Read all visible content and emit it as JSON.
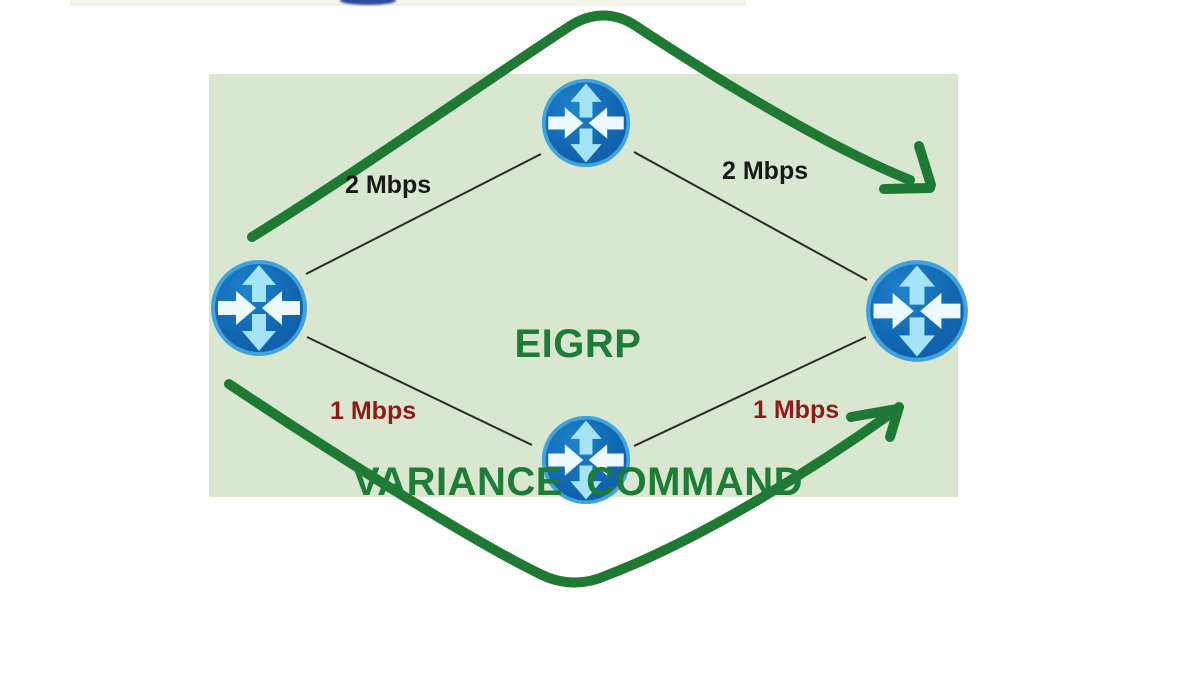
{
  "diagram": {
    "title_line1": "EIGRP",
    "title_line2": "VARIANCE  COMMAND",
    "title_color": "#1e7b38",
    "panel_color": "#d9e7d1",
    "flow_arrow_color": "#1e7a33",
    "link_line_color": "#2b2b2b",
    "background_color": "#ffffff"
  },
  "top_strip": {
    "bar_color": "#f2f3e6",
    "logo_color": "#2a4d9b"
  },
  "routers": [
    {
      "id": "left",
      "icon": "router-icon"
    },
    {
      "id": "top",
      "icon": "router-icon"
    },
    {
      "id": "bottom",
      "icon": "router-icon"
    },
    {
      "id": "right",
      "icon": "router-icon"
    }
  ],
  "router_colors": {
    "body": "#1267b1",
    "body_light": "#1e83cc",
    "ring": "#3fa3dd",
    "vertical_arrows": "#a5e3f6",
    "horizontal_arrows": "#ecfafe"
  },
  "link_labels": {
    "top_left": {
      "text": "2 Mbps",
      "color": "#191919"
    },
    "top_right": {
      "text": "2 Mbps",
      "color": "#191919"
    },
    "bottom_left": {
      "text": "1 Mbps",
      "color": "#8e1b1b"
    },
    "bottom_right": {
      "text": "1 Mbps",
      "color": "#8e1b1b"
    }
  },
  "flow_paths": {
    "top_description": "traffic flow over 2 Mbps path",
    "bottom_description": "traffic flow over 1 Mbps path"
  }
}
